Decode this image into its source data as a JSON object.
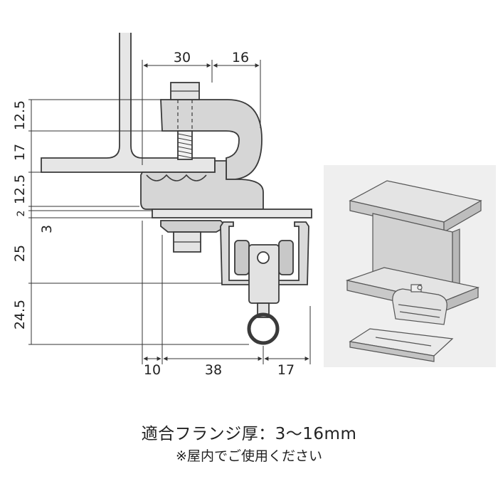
{
  "dimensions": {
    "top_30": "30",
    "top_16": "16",
    "left_12_5_a": "12.5",
    "left_17": "17",
    "left_12_5_b": "12.5",
    "left_2": "2",
    "left_3": "3",
    "left_25": "25",
    "left_24_5": "24.5",
    "bottom_10": "10",
    "bottom_38": "38",
    "bottom_17": "17"
  },
  "caption": {
    "main": "適合フランジ厚：3〜16mm",
    "note": "※屋内でご使用ください"
  },
  "colors": {
    "line": "#3a3a3a",
    "part_fill": "#dcdcdc",
    "photo_bg": "#efefef"
  }
}
